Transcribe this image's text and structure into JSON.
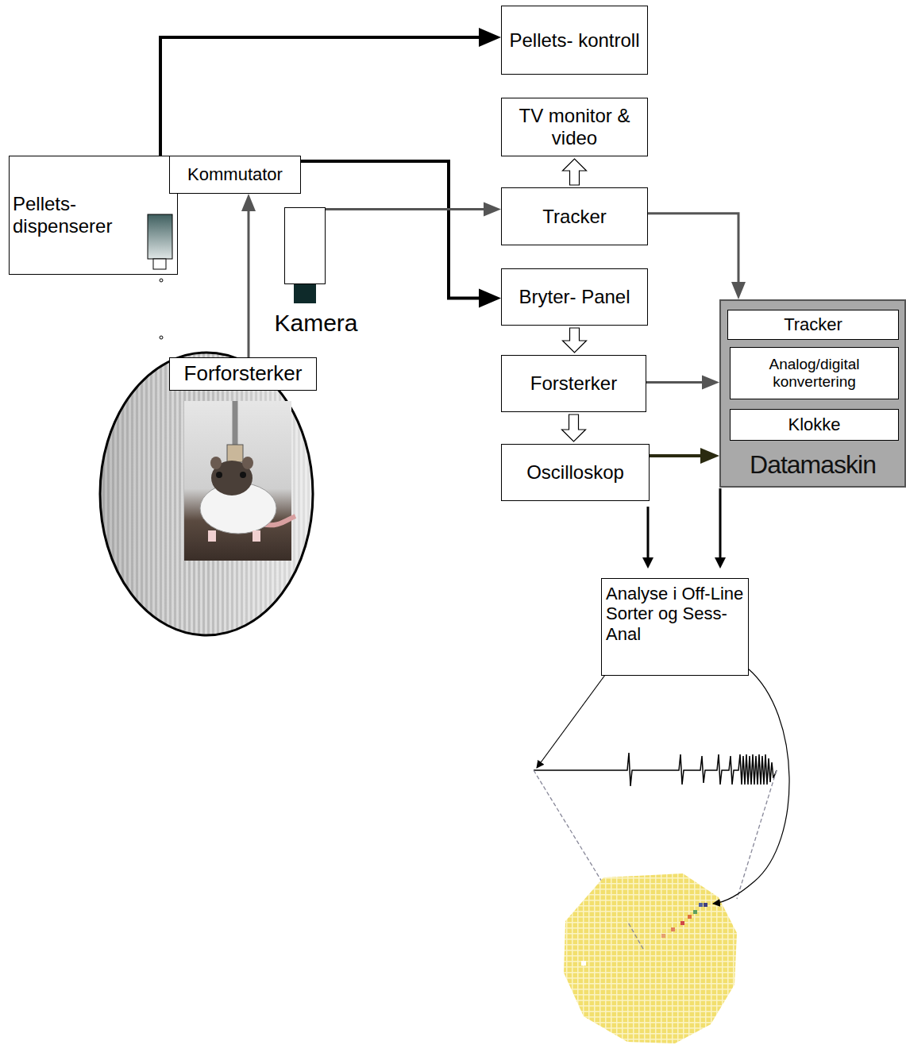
{
  "diagram": {
    "nodes": [
      {
        "text": [
          "Pellets- kontroll"
        ]
      },
      {
        "text": [
          "TV monitor & video"
        ]
      },
      {
        "text": [
          "Pellets- dispenserer"
        ]
      },
      {
        "text": [
          "Kommutator"
        ]
      },
      {
        "text": [
          "Kamera"
        ]
      },
      {
        "text": [
          "Tracker"
        ]
      },
      {
        "text": [
          "Bryter- Panel"
        ]
      },
      {
        "text": [
          "Forforsterker"
        ]
      },
      {
        "text": [
          "Forsterker"
        ]
      },
      {
        "text": [
          "Datamaskin"
        ]
      },
      {
        "text": [
          "Tracker"
        ],
        "in": 9
      },
      {
        "text": [
          "Analog/digital konvertering"
        ],
        "in": 9
      },
      {
        "text": [
          "Klokke"
        ],
        "in": 9
      },
      {
        "text": [
          "Oscilloskop"
        ]
      },
      {
        "text": [
          "Analyse i Off-Line Sorter og Sess-Anal"
        ]
      }
    ],
    "edges": [
      {
        "from": 2,
        "to": 0,
        "arrow": "to"
      },
      {
        "from": 7,
        "to": 3,
        "arrow": "to"
      },
      {
        "from": 3,
        "to": 6,
        "arrow": "to"
      },
      {
        "from": 4,
        "to": 5,
        "arrow": "to"
      },
      {
        "from": 5,
        "to": 1,
        "arrow": "to"
      },
      {
        "from": 5,
        "to": 9,
        "arrow": "to"
      },
      {
        "from": 6,
        "to": 8,
        "arrow": "to"
      },
      {
        "from": 8,
        "to": 13,
        "arrow": "to"
      },
      {
        "from": 8,
        "to": 9,
        "arrow": "to"
      },
      {
        "from": 13,
        "to": 9,
        "arrow": "to"
      },
      {
        "from": 13,
        "to": 14,
        "arrow": "to"
      },
      {
        "from": 9,
        "to": 14,
        "arrow": "to"
      }
    ]
  }
}
